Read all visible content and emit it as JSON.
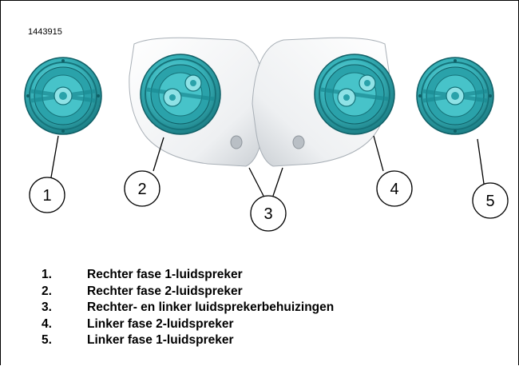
{
  "figure": {
    "id": "1443915",
    "callouts": [
      "1",
      "2",
      "3",
      "4",
      "5"
    ]
  },
  "legend": [
    {
      "num": "1.",
      "text": "Rechter fase 1-luidspreker"
    },
    {
      "num": "2.",
      "text": "Rechter fase 2-luidspreker"
    },
    {
      "num": "3.",
      "text": "Rechter- en linker luidsprekerbehuizingen"
    },
    {
      "num": "4.",
      "text": "Linker fase 2-luidspreker"
    },
    {
      "num": "5.",
      "text": "Linker fase 1-luidspreker"
    }
  ],
  "colors": {
    "speaker_teal": "#3bb8bf",
    "speaker_dark": "#1d7f86",
    "housing": "#f4f5f6"
  }
}
